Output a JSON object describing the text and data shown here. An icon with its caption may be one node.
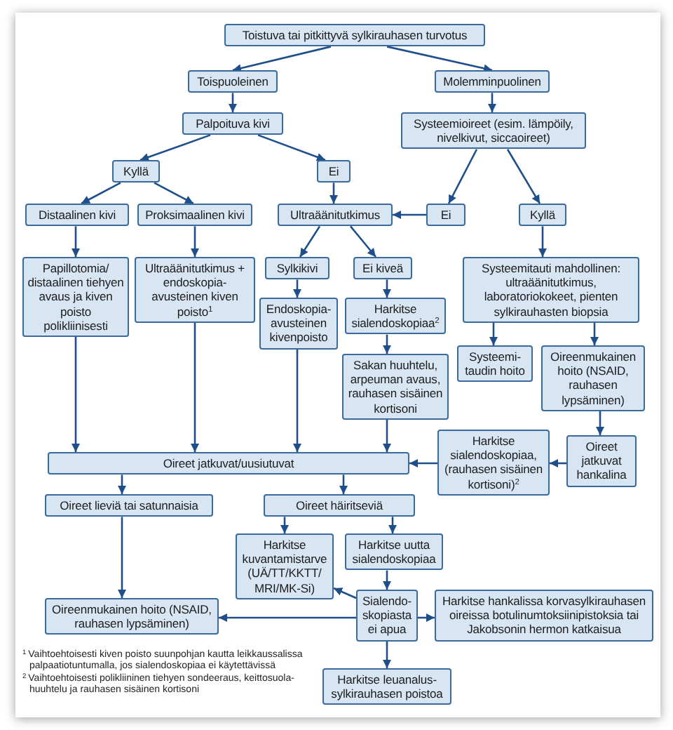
{
  "diagram": {
    "nodes": [
      {
        "text": [
          "Toistuva tai pitkittyvä sylkirauhasen turvotus"
        ]
      },
      {
        "text": [
          "Toispuoleinen"
        ]
      },
      {
        "text": [
          "Molemminpuolinen"
        ]
      },
      {
        "text": [
          "Palpoituva kivi"
        ]
      },
      {
        "text": [
          "Systeemioireet (esim. lämpöily, nivelkivut, siccaoireet)"
        ]
      },
      {
        "text": [
          "Kyllä"
        ]
      },
      {
        "text": [
          "Ei"
        ]
      },
      {
        "text": [
          "Distaalinen kivi"
        ]
      },
      {
        "text": [
          "Proksimaalinen kivi"
        ]
      },
      {
        "text": [
          "Ultraäänitutkimus"
        ]
      },
      {
        "text": [
          "Ei"
        ]
      },
      {
        "text": [
          "Kyllä"
        ]
      },
      {
        "text": [
          "Papillotomia/ distaalinen tiehyen avaus ja kiven poisto polikliinisesti"
        ]
      },
      {
        "text": [
          "Ultraäänitutkimus + endoskopia-avusteinen kiven poisto$^{1}$"
        ]
      },
      {
        "text": [
          "Sylkikivi"
        ]
      },
      {
        "text": [
          "Ei kiveä"
        ]
      },
      {
        "text": [
          "Endoskopia-avusteinen kivenpoisto"
        ]
      },
      {
        "text": [
          "Harkitse sialendoskopiaa$^{2}$"
        ]
      },
      {
        "text": [
          "Systeemitauti mahdollinen: ultraäänitutkimus, laboratoriokokeet, pienten sylkirauhasten biopsia"
        ]
      },
      {
        "text": [
          "Sakan huuhtelu, arpeuman avaus, rauhasen sisäinen kortisoni"
        ]
      },
      {
        "text": [
          "Systeemi-taudin hoito"
        ]
      },
      {
        "text": [
          "Oireenmukainen hoito (NSAID, rauhasen lypsäminen)"
        ]
      },
      {
        "text": [
          "Oireet jatkuvat/uusiutuvat"
        ]
      },
      {
        "text": [
          "Harkitse sialendoskopiaa, (rauhasen sisäinen kortisoni)$^{2}$"
        ]
      },
      {
        "text": [
          "Oireet jatkuvat hankalina"
        ]
      },
      {
        "text": [
          "Oireet lieviä tai satunnaisia"
        ]
      },
      {
        "text": [
          "Oireet häiritseviä"
        ]
      },
      {
        "text": [
          "Harkitse kuvantamistarve (UÄ/TT/KKTT/ MRI/MK-Si)"
        ]
      },
      {
        "text": [
          "Harkitse uutta sialendoskopiaa"
        ]
      },
      {
        "text": [
          "Oireenmukainen hoito (NSAID, rauhasen lypsäminen)"
        ]
      },
      {
        "text": [
          "Sialendo-skopiasta ei apua"
        ]
      },
      {
        "text": [
          "Harkitse hankalissa korvasylkirauhasen oireissa botulinumtoksiinipistoksia tai Jakobsonin hermon katkaisua"
        ]
      },
      {
        "text": [
          "Harkitse leuanalus-sylkirauhasen poistoa"
        ]
      }
    ],
    "edges": [
      {
        "from": 0,
        "to": 1,
        "arrow": "to"
      },
      {
        "from": 0,
        "to": 2,
        "arrow": "to"
      },
      {
        "from": 1,
        "to": 3,
        "arrow": "to"
      },
      {
        "from": 2,
        "to": 4,
        "arrow": "to"
      },
      {
        "from": 3,
        "to": 5,
        "arrow": "to"
      },
      {
        "from": 3,
        "to": 6,
        "arrow": "to"
      },
      {
        "from": 4,
        "to": 10,
        "arrow": "to"
      },
      {
        "from": 4,
        "to": 11,
        "arrow": "to"
      },
      {
        "from": 5,
        "to": 7,
        "arrow": "to"
      },
      {
        "from": 5,
        "to": 8,
        "arrow": "to"
      },
      {
        "from": 6,
        "to": 9,
        "arrow": "to"
      },
      {
        "from": 10,
        "to": 9,
        "arrow": "to"
      },
      {
        "from": 7,
        "to": 12,
        "arrow": "to"
      },
      {
        "from": 8,
        "to": 13,
        "arrow": "to"
      },
      {
        "from": 9,
        "to": 14,
        "arrow": "to"
      },
      {
        "from": 9,
        "to": 15,
        "arrow": "to"
      },
      {
        "from": 11,
        "to": 18,
        "arrow": "to"
      },
      {
        "from": 14,
        "to": 16,
        "arrow": "to"
      },
      {
        "from": 15,
        "to": 17,
        "arrow": "to"
      },
      {
        "from": 17,
        "to": 19,
        "arrow": "to"
      },
      {
        "from": 18,
        "to": 20,
        "arrow": "to"
      },
      {
        "from": 18,
        "to": 21,
        "arrow": "to"
      },
      {
        "from": 12,
        "to": 22,
        "arrow": "to"
      },
      {
        "from": 13,
        "to": 22,
        "arrow": "to"
      },
      {
        "from": 16,
        "to": 22,
        "arrow": "to"
      },
      {
        "from": 19,
        "to": 22,
        "arrow": "to"
      },
      {
        "from": 21,
        "to": 24,
        "arrow": "to"
      },
      {
        "from": 24,
        "to": 23,
        "arrow": "to"
      },
      {
        "from": 23,
        "to": 22,
        "arrow": "to"
      },
      {
        "from": 22,
        "to": 25,
        "arrow": "to"
      },
      {
        "from": 22,
        "to": 26,
        "arrow": "to"
      },
      {
        "from": 25,
        "to": 29,
        "arrow": "to"
      },
      {
        "from": 26,
        "to": 27,
        "arrow": "to"
      },
      {
        "from": 26,
        "to": 28,
        "arrow": "to"
      },
      {
        "from": 28,
        "to": 30,
        "arrow": "to"
      },
      {
        "from": 30,
        "to": 27,
        "arrow": "to"
      },
      {
        "from": 30,
        "to": 29,
        "arrow": "to"
      },
      {
        "from": 30,
        "to": 31,
        "arrow": "to"
      },
      {
        "from": 30,
        "to": 32,
        "arrow": "to"
      }
    ],
    "labels": [
      "$^{1}$Vaihtoehtoisesti kiven poisto suunpohjan kautta leikkaussalissa palpaatiotuntumalla, jos sialendoskopiaa ei käytettävissä",
      "$^{2}$Vaihtoehtoisesti polikliininen tiehyen sondeeraus, keittosuola-huuhtelu ja rauhasen sisäinen kortisoni"
    ]
  }
}
